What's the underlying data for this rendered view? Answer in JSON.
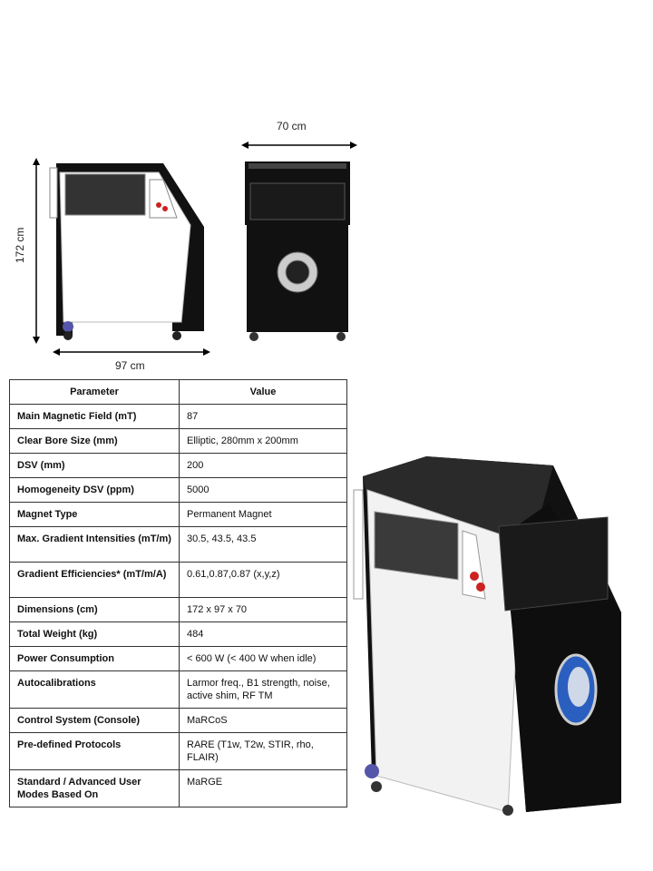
{
  "dimensions": {
    "width": "70 cm",
    "height": "172 cm",
    "depth": "97 cm"
  },
  "table": {
    "headers": [
      "Parameter",
      "Value"
    ],
    "rows": [
      {
        "parameter": "Main Magnetic Field (mT)",
        "value": "87"
      },
      {
        "parameter": "Clear Bore Size (mm)",
        "value": "Elliptic, 280mm x 200mm"
      },
      {
        "parameter": "DSV (mm)",
        "value": "200"
      },
      {
        "parameter": "Homogeneity DSV (ppm)",
        "value": "5000"
      },
      {
        "parameter": "Magnet Type",
        "value": "Permanent Magnet"
      },
      {
        "parameter": "Max. Gradient Intensities (mT/m)",
        "value": "30.5, 43.5, 43.5"
      },
      {
        "parameter": "Gradient Efficiencies* (mT/m/A)",
        "value": "0.61,0.87,0.87 (x,y,z)"
      },
      {
        "parameter": "Dimensions (cm)",
        "value": "172 x 97 x 70"
      },
      {
        "parameter": "Total Weight (kg)",
        "value": "484"
      },
      {
        "parameter": "Power Consumption",
        "value": "< 600 W (< 400 W when idle)"
      },
      {
        "parameter": "Autocalibrations",
        "value": "Larmor freq., B1 strength, noise, active shim, RF TM"
      },
      {
        "parameter": "Control System (Console)",
        "value": "MaRCoS"
      },
      {
        "parameter": "Pre-defined Protocols",
        "value": "RARE (T1w, T2w, STIR, rho, FLAIR)"
      },
      {
        "parameter": "Standard / Advanced User Modes Based On",
        "value": "MaRGE"
      }
    ]
  }
}
